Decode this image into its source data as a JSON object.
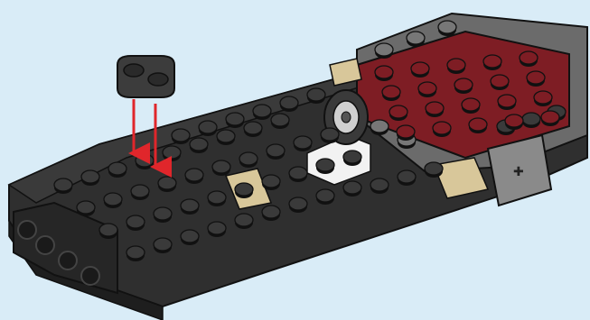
{
  "instruction": {
    "step_type": "build-step",
    "new_part": {
      "name": "plate-1x2-rounded",
      "color": "#3c3c3c"
    },
    "attachment_count": 2,
    "arrow_color": "#e0262b"
  },
  "palette": {
    "background": "#d9ecf7",
    "black_brick": "#3a3a3a",
    "dark_gray_brick": "#6b6b6b",
    "dark_red_plate": "#7e1d24",
    "tan_tile": "#d8c79a",
    "white_part": "#f2f2f2",
    "outline": "#111111"
  },
  "assembly": {
    "subassemblies": [
      {
        "name": "black-chassis-base"
      },
      {
        "name": "dark-red-rear-plate"
      },
      {
        "name": "steering-wheel"
      },
      {
        "name": "white-seat-part"
      },
      {
        "name": "tan-tiles"
      },
      {
        "name": "gray-technic-brick"
      },
      {
        "name": "front-bumper-wheels"
      }
    ]
  }
}
